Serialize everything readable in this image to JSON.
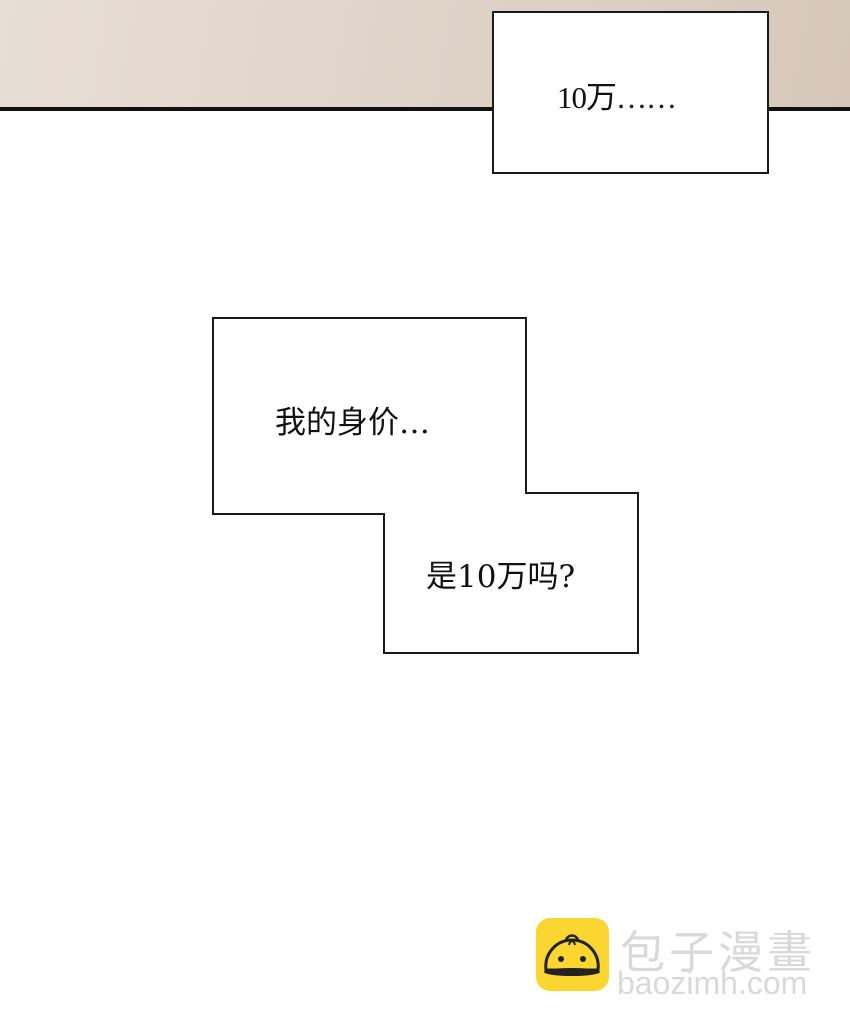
{
  "panel": {
    "top_caption": "10万……",
    "bubble_first_line": "我的身价…",
    "bubble_second_line": "是10万吗?"
  },
  "watermark": {
    "brand_cn": "包子漫畫",
    "brand_en": "baozimh.com",
    "logo_color": "#fbd630"
  },
  "colors": {
    "band_light": "#e7ded5",
    "band_dark": "#d6c7ba",
    "border": "#1a1a1a"
  }
}
